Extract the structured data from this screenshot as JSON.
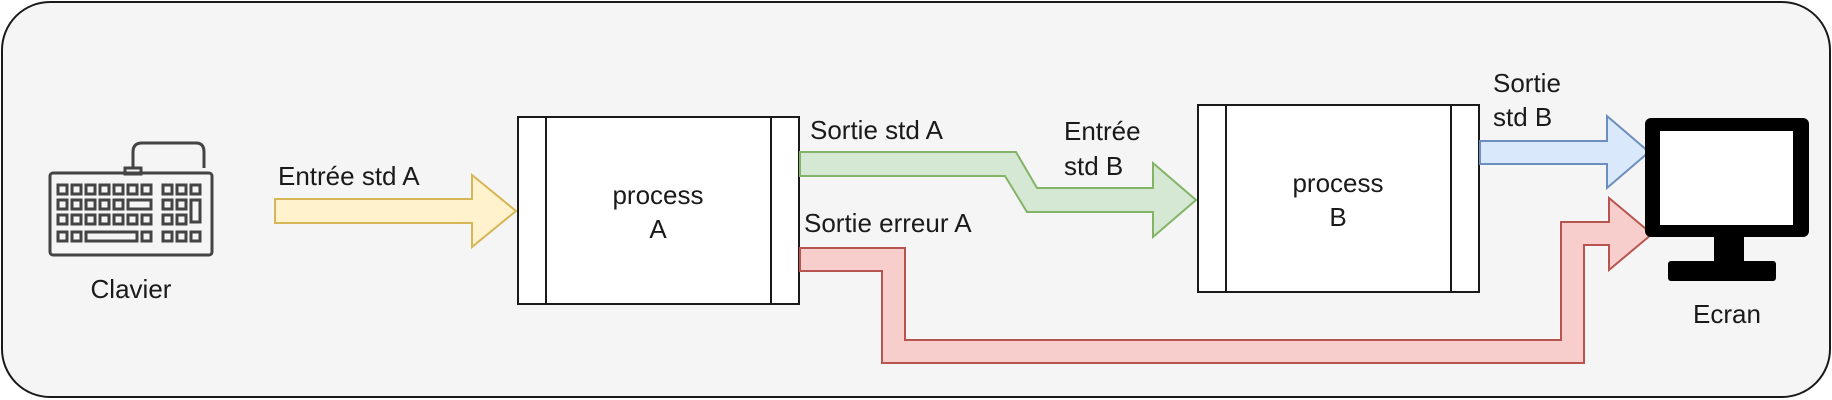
{
  "devices": {
    "keyboard": {
      "label": "Clavier",
      "icon": "keyboard-icon"
    },
    "screen": {
      "label": "Ecran",
      "icon": "monitor-icon"
    }
  },
  "processes": {
    "a": {
      "line1": "process",
      "line2": "A"
    },
    "b": {
      "line1": "process",
      "line2": "B"
    }
  },
  "streams": {
    "stdin_a": {
      "label": "Entrée std A",
      "color": "#fff2cc",
      "stroke": "#d6b656"
    },
    "stdout_a": {
      "label": "Sortie std A",
      "color": "#d5e8d4",
      "stroke": "#82b366"
    },
    "stdin_b": {
      "line1": "Entrée",
      "line2": "std B"
    },
    "stderr_a": {
      "label": "Sortie erreur A",
      "color": "#f8cecc",
      "stroke": "#b85450"
    },
    "stdout_b": {
      "line1": "Sortie",
      "line2": "std B",
      "color": "#dae8fc",
      "stroke": "#6c8ebf"
    }
  },
  "colors": {
    "background": "#f5f5f5",
    "border": "#1a1a1a"
  }
}
